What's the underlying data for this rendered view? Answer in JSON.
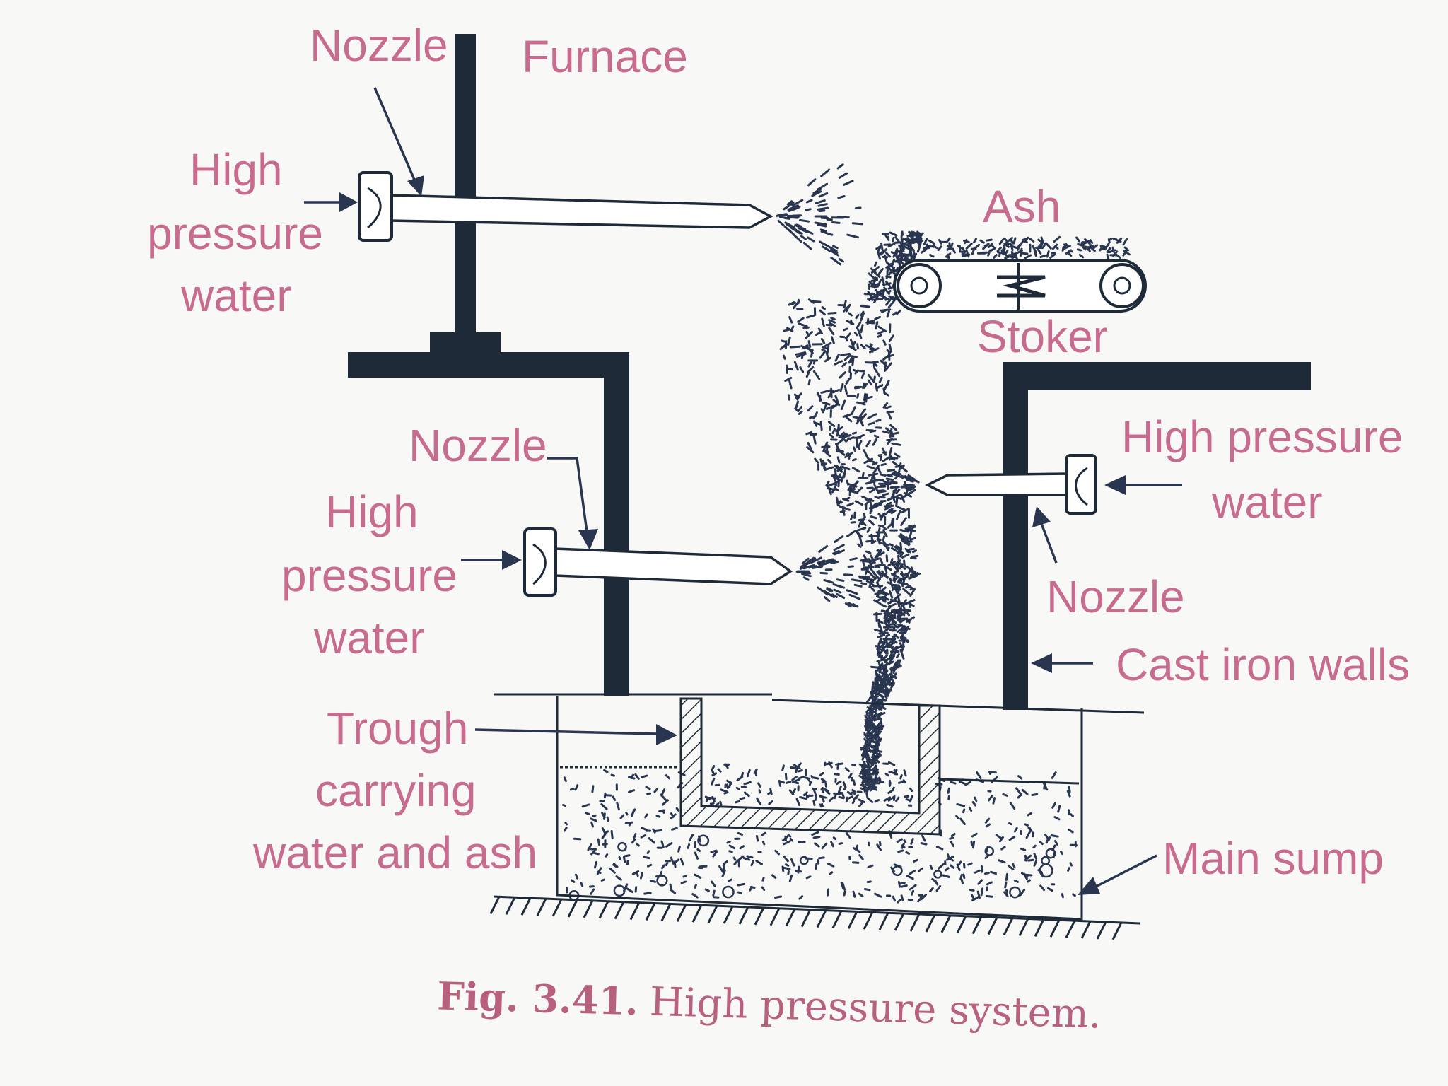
{
  "labels": {
    "nozzle_top": "Nozzle",
    "furnace": "Furnace",
    "hpw_top_1": "High",
    "hpw_top_2": "pressure",
    "hpw_top_3": "water",
    "ash": "Ash",
    "stoker": "Stoker",
    "nozzle_mid": "Nozzle",
    "hpw_mid_1": "High",
    "hpw_mid_2": "pressure",
    "hpw_mid_3": "water",
    "hpw_right_1": "High pressure",
    "hpw_right_2": "water",
    "nozzle_right": "Nozzle",
    "cast_iron_walls": "Cast iron walls",
    "trough_1": "Trough",
    "trough_2": "carrying",
    "trough_3": "water and ash",
    "main_sump": "Main sump"
  },
  "caption": {
    "number": "Fig. 3.41.",
    "text": "High pressure system."
  },
  "colors": {
    "label": "#c76c8e",
    "caption": "#b8617f",
    "ink": "#1f2a38",
    "arrow": "#2a3650"
  }
}
